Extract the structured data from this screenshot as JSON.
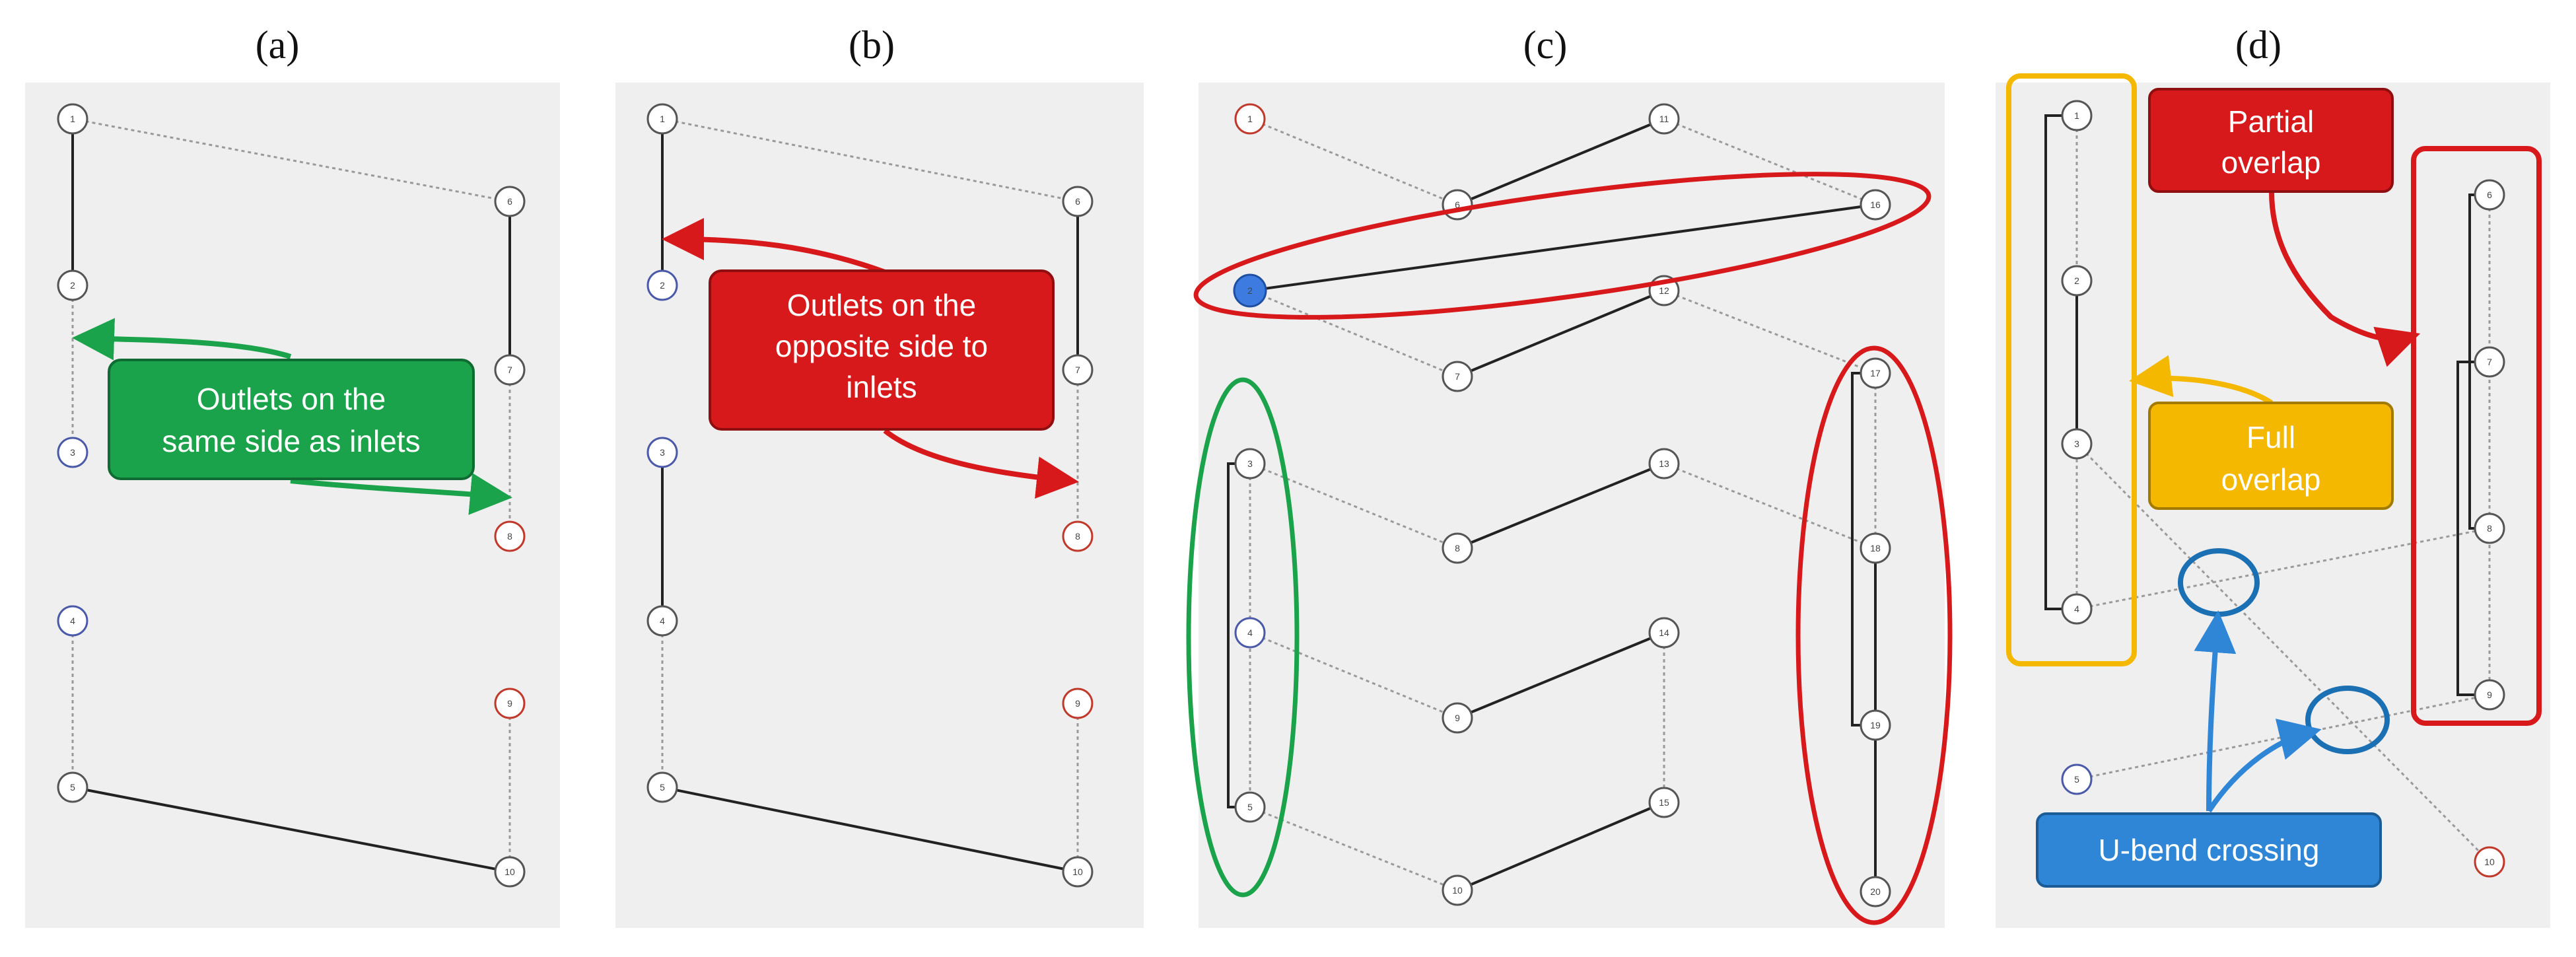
{
  "panels": [
    {
      "label": "(a)"
    },
    {
      "label": "(b)"
    },
    {
      "label": "(c)"
    },
    {
      "label": "(d)"
    }
  ],
  "colors": {
    "green": "#1aa34a",
    "red": "#d7191c",
    "orange": "#f5b800",
    "blue": "#2f86d6",
    "ring_blue": "#1b6fb3",
    "inlet": "#4a5aa8",
    "outlet": "#c0392b"
  },
  "callouts": {
    "a": {
      "line1": "Outlets on the",
      "line2": "same side as inlets"
    },
    "b": {
      "line1": "Outlets on the",
      "line2": "opposite side to",
      "line3": "inlets"
    },
    "d_partial": {
      "line1": "Partial",
      "line2": "overlap"
    },
    "d_full": {
      "line1": "Full",
      "line2": "overlap"
    },
    "d_ubend": {
      "line1": "U-bend crossing"
    }
  },
  "node_labels": {
    "n1": "1",
    "n2": "2",
    "n3": "3",
    "n4": "4",
    "n5": "5",
    "n6": "6",
    "n7": "7",
    "n8": "8",
    "n9": "9",
    "n10": "10",
    "n11": "11",
    "n12": "12",
    "n13": "13",
    "n14": "14",
    "n15": "15",
    "n16": "16",
    "n17": "17",
    "n18": "18",
    "n19": "19",
    "n20": "20"
  }
}
